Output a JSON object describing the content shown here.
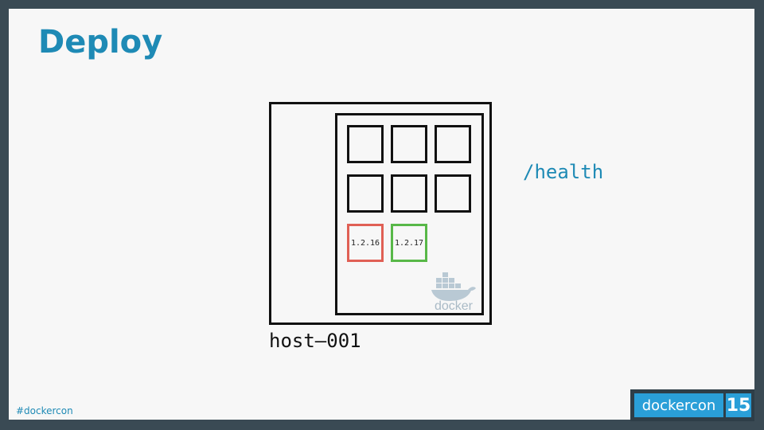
{
  "slide": {
    "title": "Deploy",
    "endpoint": "/health",
    "host_label": "host–001",
    "hashtag": "#dockercon"
  },
  "containers": {
    "old_version": "1.2.16",
    "new_version": "1.2.17"
  },
  "docker_logo": {
    "text": "docker",
    "icon": "docker-whale-icon"
  },
  "badge": {
    "word": "dockercon",
    "number": "15"
  },
  "colors": {
    "accent": "#1e8ab5",
    "old_container": "#e06055",
    "new_container": "#58b848",
    "frame": "#3a4a54",
    "badge_blue": "#2a9fd8"
  }
}
